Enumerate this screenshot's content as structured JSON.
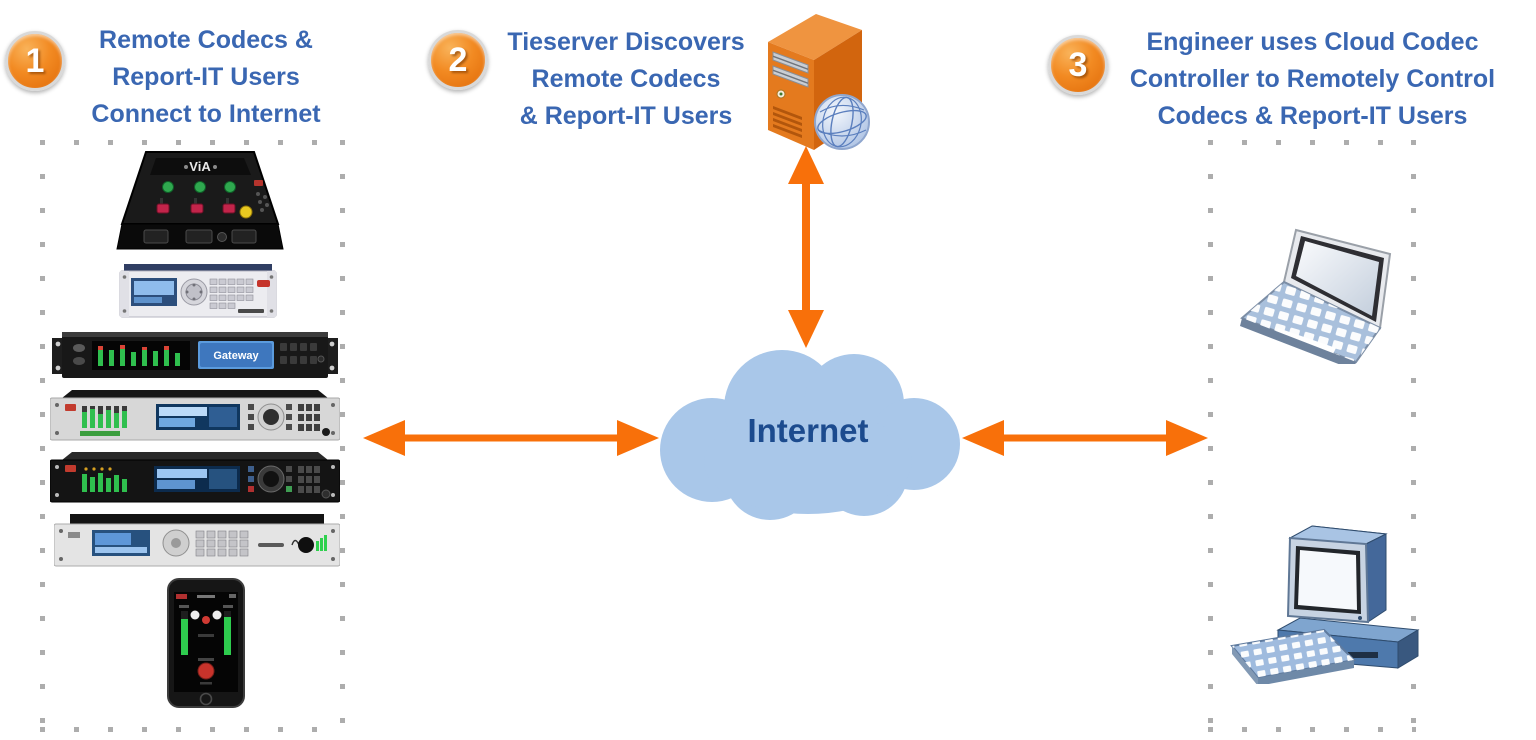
{
  "colors": {
    "accent_orange": "#F8700A",
    "title_blue": "#3A67B2",
    "cloud_fill": "#A9C7E9",
    "cloud_label_blue": "#1C4B8E",
    "panel_dot_gray": "#ADADAD"
  },
  "steps": [
    {
      "number": "1",
      "title_lines": [
        "Remote Codecs &",
        "Report-IT Users",
        "Connect to Internet"
      ]
    },
    {
      "number": "2",
      "title_lines": [
        "Tieserver Discovers",
        "Remote Codecs",
        "& Report-IT Users"
      ]
    },
    {
      "number": "3",
      "title_lines": [
        "Engineer uses Cloud Codec",
        "Controller to Remotely Control",
        "Codecs & Report-IT Users"
      ]
    }
  ],
  "cloud": {
    "label": "Internet"
  },
  "devices": {
    "via": {
      "label": "ViA"
    },
    "gateway": {
      "label": "Gateway"
    }
  },
  "icons": {
    "step_badges": [
      "step-1-badge",
      "step-2-badge",
      "step-3-badge"
    ],
    "center": [
      "tieserver-icon",
      "globe-icon",
      "internet-cloud"
    ],
    "right": [
      "laptop-icon",
      "desktop-computer-icon"
    ],
    "left": [
      "via-codec-icon",
      "rack-codec-2u-icon",
      "gateway-codec-icon",
      "merlin-codec-icon",
      "iseries-codec-icon",
      "bridge-codec-icon",
      "smartphone-reportit-icon"
    ],
    "arrows": [
      "left-double-arrow",
      "right-double-arrow",
      "vertical-double-arrow"
    ]
  }
}
